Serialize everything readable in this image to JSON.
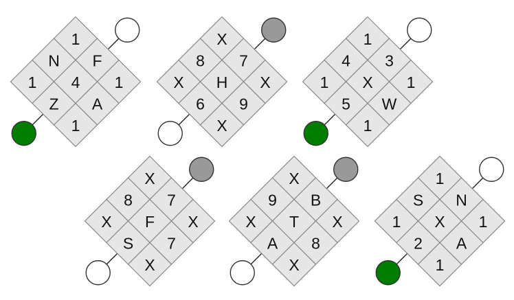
{
  "colors": {
    "cell_fill": "#e6e6e6",
    "cell_border": "#888888",
    "white": "#ffffff",
    "gray": "#999999",
    "green": "#007d00"
  },
  "puzzles": [
    {
      "grid": [
        [
          "1",
          "F",
          "1"
        ],
        [
          "N",
          "4",
          "A"
        ],
        [
          "1",
          "Z",
          "1"
        ]
      ],
      "top_circle": "white",
      "bottom_circle": "green"
    },
    {
      "grid": [
        [
          "X",
          "7",
          "X"
        ],
        [
          "8",
          "H",
          "9"
        ],
        [
          "X",
          "6",
          "X"
        ]
      ],
      "top_circle": "gray",
      "bottom_circle": "white"
    },
    {
      "grid": [
        [
          "1",
          "3",
          "1"
        ],
        [
          "4",
          "X",
          "W"
        ],
        [
          "1",
          "5",
          "1"
        ]
      ],
      "top_circle": "white",
      "bottom_circle": "green"
    },
    {
      "grid": [
        [
          "X",
          "7",
          "X"
        ],
        [
          "8",
          "F",
          "7"
        ],
        [
          "X",
          "S",
          "X"
        ]
      ],
      "top_circle": "gray",
      "bottom_circle": "white"
    },
    {
      "grid": [
        [
          "X",
          "B",
          "X"
        ],
        [
          "9",
          "T",
          "8"
        ],
        [
          "X",
          "A",
          "X"
        ]
      ],
      "top_circle": "gray",
      "bottom_circle": "white"
    },
    {
      "grid": [
        [
          "1",
          "N",
          "1"
        ],
        [
          "S",
          "X",
          "A"
        ],
        [
          "1",
          "2",
          "1"
        ]
      ],
      "top_circle": "white",
      "bottom_circle": "green"
    }
  ]
}
